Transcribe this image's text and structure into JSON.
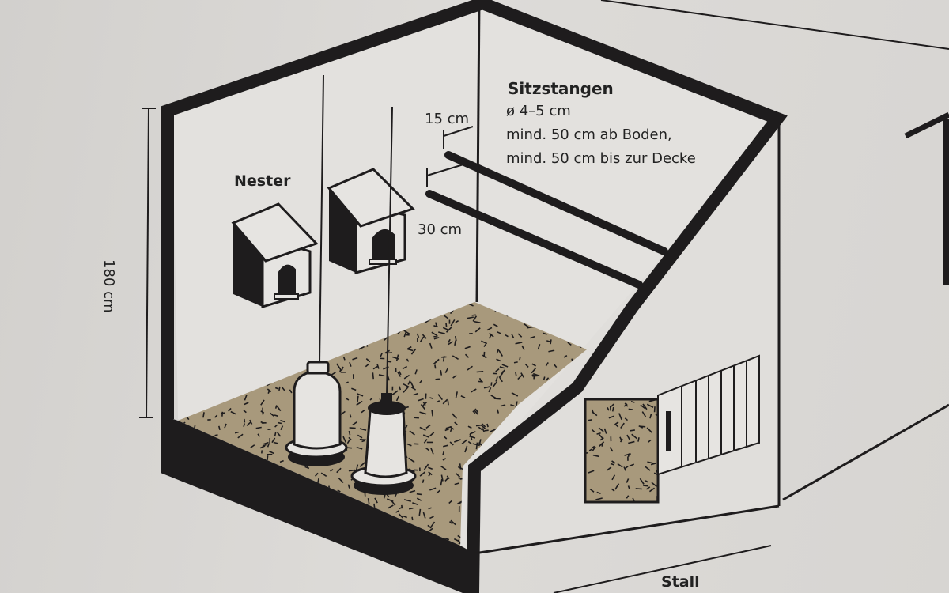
{
  "labels": {
    "perches_title": "Sitzstangen",
    "perches_diameter": "ø 4–5 cm",
    "perches_line1": "mind. 50 cm ab Boden,",
    "perches_line2": "mind. 50 cm bis zur Decke",
    "spacing_top": "15 cm",
    "spacing_bottom": "30 cm",
    "nests": "Nester",
    "height": "180 cm",
    "stall": "Stall"
  },
  "colors": {
    "background": "#d8d6d3",
    "ink": "#1e1c1d",
    "floor": "#a8997c",
    "wall": "#e6e4e1"
  }
}
